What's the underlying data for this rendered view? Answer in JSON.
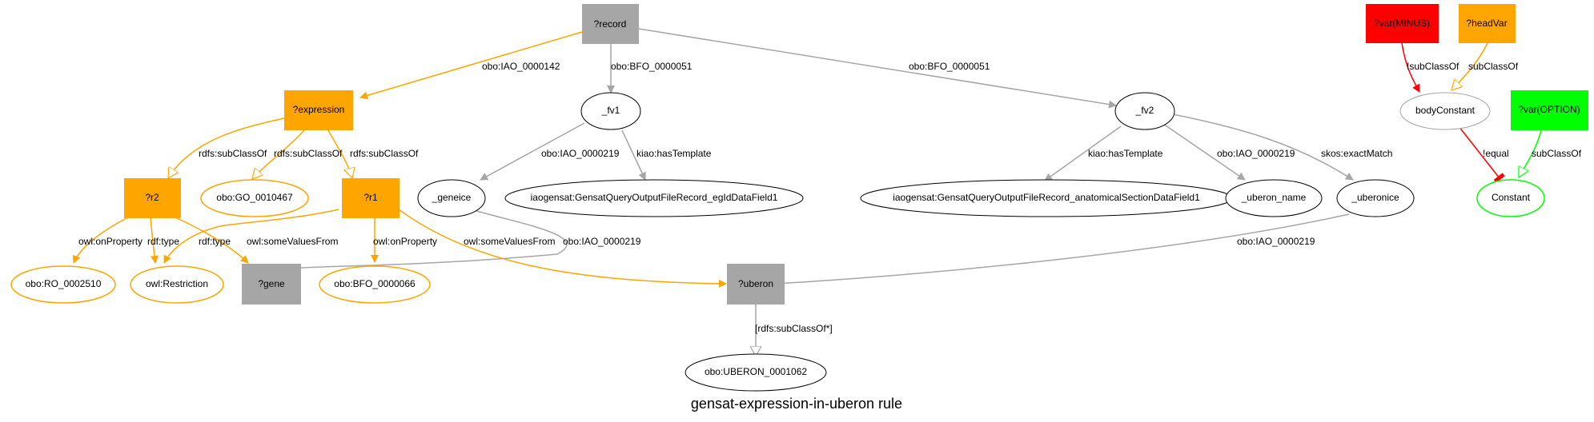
{
  "title": "gensat-expression-in-uberon rule",
  "colors": {
    "orange": "#ffa500",
    "gray": "#a6a6a6",
    "red": "#ff0000",
    "green": "#00ff00",
    "black": "#000000"
  },
  "nodes": {
    "record": "?record",
    "expression": "?expression",
    "fv1": "_fv1",
    "fv2": "_fv2",
    "r2": "?r2",
    "go": "obo:GO_0010467",
    "r1": "?r1",
    "geneice": "_geneice",
    "egid": "iaogensat:GensatQueryOutputFileRecord_egIdDataField1",
    "anat": "iaogensat:GensatQueryOutputFileRecord_anatomicalSectionDataField1",
    "uberon_name": "_uberon_name",
    "uberonice": "_uberonice",
    "ro": "obo:RO_0002510",
    "restriction": "owl:Restriction",
    "gene": "?gene",
    "bfo66": "obo:BFO_0000066",
    "uberon": "?uberon",
    "uberon1062": "obo:UBERON_0001062",
    "varminus": "?var(MINUS)",
    "headvar": "?headVar",
    "bodyconst": "bodyConstant",
    "varoption": "?var(OPTION)",
    "constant": "Constant"
  },
  "edges": {
    "record_expression": "obo:IAO_0000142",
    "record_fv1": "obo:BFO_0000051",
    "record_fv2": "obo:BFO_0000051",
    "expr_r2": "rdfs:subClassOf",
    "expr_go": "rdfs:subClassOf",
    "expr_r1": "rdfs:subClassOf",
    "fv1_geneice": "obo:IAO_0000219",
    "fv1_egid": "kiao:hasTemplate",
    "fv2_anat": "kiao:hasTemplate",
    "fv2_uname": "obo:IAO_0000219",
    "fv2_uice": "skos:exactMatch",
    "r2_ro": "owl:onProperty",
    "r2_restr": "rdf:type",
    "r2_gene": "owl:someValuesFrom",
    "r1_restr": "rdf:type",
    "r1_bfo": "owl:onProperty",
    "r1_uberon": "owl:someValuesFrom",
    "geneice_gene": "obo:IAO_0000219",
    "uice_uberon": "obo:IAO_0000219",
    "uberon_1062": "[rdfs:subClassOf*]",
    "minus_body": "!subClassOf",
    "head_body": "subClassOf",
    "body_const": "!equal",
    "option_const": "subClassOf"
  }
}
